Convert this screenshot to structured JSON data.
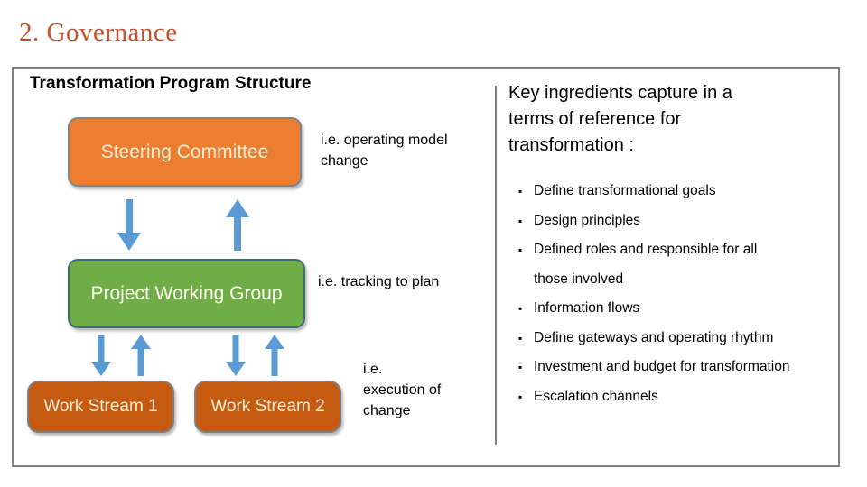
{
  "page": {
    "title": "2. Governance"
  },
  "diagram": {
    "heading": "Transformation Program Structure",
    "boxes": {
      "steering_committee": "Steering Committee",
      "project_working_group": "Project Working Group",
      "work_stream_1": "Work Stream 1",
      "work_stream_2": "Work Stream 2"
    },
    "annotations": {
      "steering_note": "i.e. operating model change",
      "working_group_note": "i.e. tracking to plan",
      "work_stream_note": "i.e.\nexecution of\nchange"
    }
  },
  "key_ingredients": {
    "heading": "Key ingredients capture in a terms of reference for transformation :",
    "bullet_glyph": "▪",
    "bullets": [
      "Define transformational goals",
      "Design principles",
      "Defined roles and responsible for all\nthose involved",
      "Information flows",
      "Define gateways and operating rhythm",
      "Investment and budget for transformation",
      "Escalation channels"
    ]
  },
  "colors": {
    "title_text": "#C5512D",
    "steering_fill": "#ED7D31",
    "work_stream_fill": "#C55A11",
    "working_group_fill": "#70AD47",
    "arrow_blue": "#5B9BD5",
    "frame_border": "#808080"
  }
}
